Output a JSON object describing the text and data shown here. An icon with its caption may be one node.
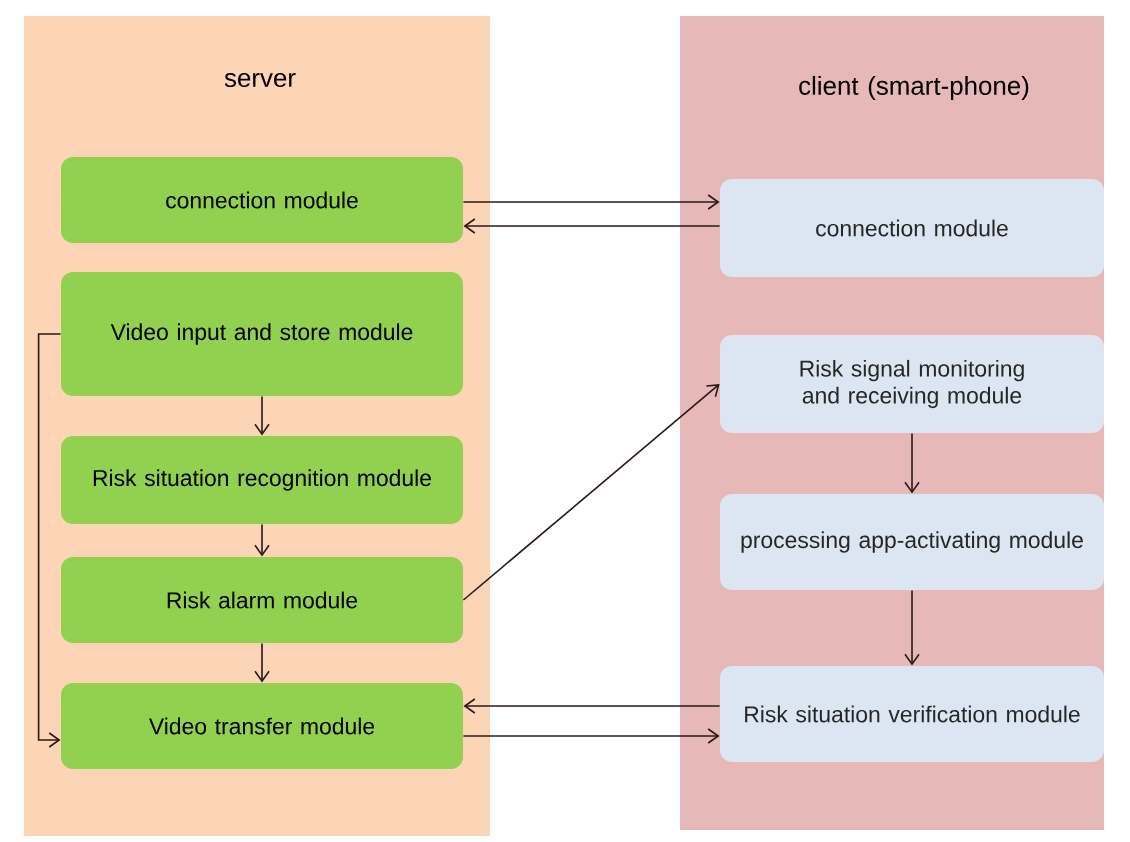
{
  "diagram": {
    "nodes": [
      {
        "text": [
          "server"
        ]
      },
      {
        "text": [
          "client (smart-phone)"
        ]
      },
      {
        "text": [
          "connection module"
        ],
        "in": 0
      },
      {
        "text": [
          "Video input and store module"
        ],
        "in": 0
      },
      {
        "text": [
          "Risk situation recognition module"
        ],
        "in": 0
      },
      {
        "text": [
          "Risk alarm module"
        ],
        "in": 0
      },
      {
        "text": [
          "Video transfer module"
        ],
        "in": 0
      },
      {
        "text": [
          "connection module"
        ],
        "in": 1
      },
      {
        "text": [
          "Risk signal monitoring and receiving module"
        ],
        "in": 1
      },
      {
        "text": [
          "processing app-activating module"
        ],
        "in": 1
      },
      {
        "text": [
          "Risk situation verification module"
        ],
        "in": 1
      }
    ],
    "edges": [
      {
        "from": 2,
        "to": 7,
        "arrow": "to"
      },
      {
        "from": 7,
        "to": 2,
        "arrow": "to"
      },
      {
        "from": 3,
        "to": 4,
        "arrow": "to"
      },
      {
        "from": 4,
        "to": 5,
        "arrow": "to"
      },
      {
        "from": 5,
        "to": 6,
        "arrow": "to"
      },
      {
        "from": 3,
        "to": 6,
        "arrow": "to"
      },
      {
        "from": 5,
        "to": 8,
        "arrow": "to"
      },
      {
        "from": 8,
        "to": 9,
        "arrow": "to"
      },
      {
        "from": 9,
        "to": 10,
        "arrow": "to"
      },
      {
        "from": 10,
        "to": 6,
        "arrow": "to"
      },
      {
        "from": 6,
        "to": 10,
        "arrow": "to"
      }
    ]
  }
}
